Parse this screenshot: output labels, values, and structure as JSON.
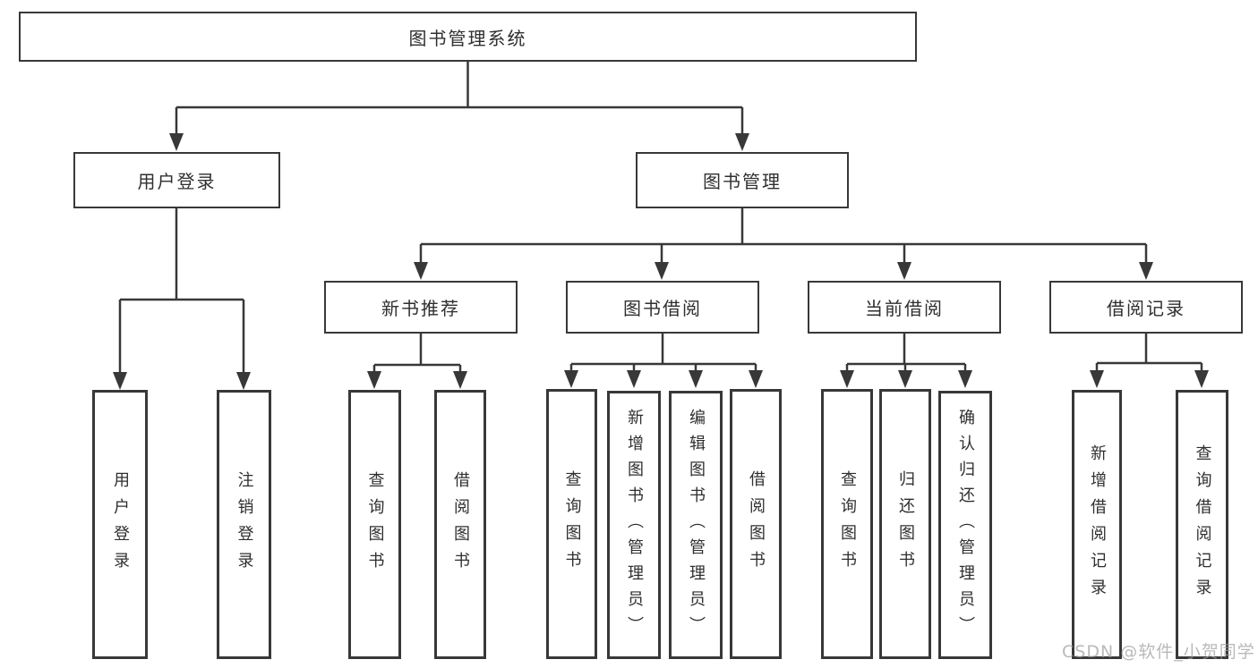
{
  "diagram": {
    "root": {
      "label": "图书管理系统"
    },
    "branches": [
      {
        "label": "用户登录",
        "children": [
          {
            "label": "用户登录"
          },
          {
            "label": "注销登录"
          }
        ]
      },
      {
        "label": "图书管理",
        "children": [
          {
            "label": "新书推荐",
            "children": [
              {
                "label": "查询图书"
              },
              {
                "label": "借阅图书"
              }
            ]
          },
          {
            "label": "图书借阅",
            "children": [
              {
                "label": "查询图书"
              },
              {
                "label": "新增图书（管理员）"
              },
              {
                "label": "编辑图书（管理员）"
              },
              {
                "label": "借阅图书"
              }
            ]
          },
          {
            "label": "当前借阅",
            "children": [
              {
                "label": "查询图书"
              },
              {
                "label": "归还图书"
              },
              {
                "label": "确认归还（管理员）"
              }
            ]
          },
          {
            "label": "借阅记录",
            "children": [
              {
                "label": "新增借阅记录"
              },
              {
                "label": "查询借阅记录"
              }
            ]
          }
        ]
      }
    ]
  },
  "watermark": {
    "text": "CSDN @软件_小贺同学"
  },
  "colors": {
    "line": "#383838",
    "text": "#2f2f2f",
    "background": "#ffffff",
    "watermark": "#9e9e9e"
  }
}
